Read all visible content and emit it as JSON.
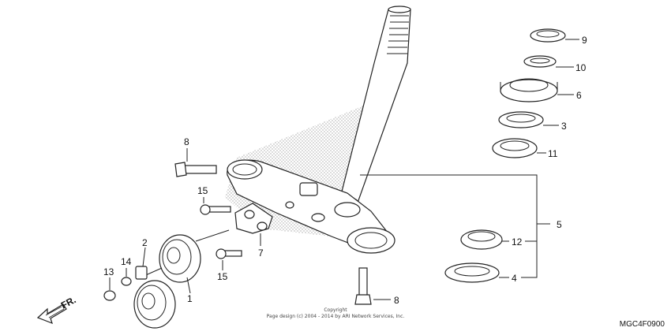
{
  "callouts": {
    "c1": "1",
    "c2": "2",
    "c3": "3",
    "c4": "4",
    "c5": "5",
    "c6": "6",
    "c7": "7",
    "c8a": "8",
    "c8b": "8",
    "c9": "9",
    "c10": "10",
    "c11": "11",
    "c12": "12",
    "c13": "13",
    "c14": "14",
    "c15a": "15",
    "c15b": "15"
  },
  "copyright": {
    "line1": "Copyright",
    "line2": "Page design (c) 2004 - 2014 by ARI Network Services, Inc."
  },
  "diagram_code": "MGC4F0900",
  "direction_label": "FR.",
  "icons": [
    "front-direction-arrow-icon"
  ],
  "colors": {
    "line": "#222222",
    "shade": "#9a9a9a",
    "background": "#ffffff"
  }
}
